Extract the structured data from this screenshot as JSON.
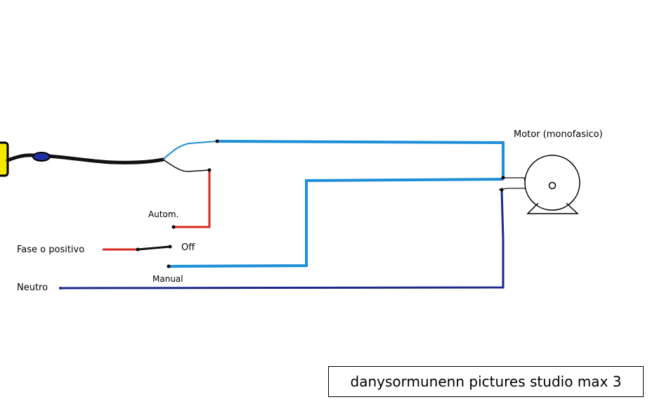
{
  "labels": {
    "motor": "Motor (monofasico)",
    "autom": "Autom.",
    "off": "Off",
    "fase": "Fase o positivo",
    "manual": "Manual",
    "neutro": "Neutro"
  },
  "credit": "danysormunenn pictures studio max 3",
  "colors": {
    "phase_wire": "#d42a1e",
    "motor_wire": "#1e8fd6",
    "neutral_wire": "#1a2a8c",
    "cable": "#111111",
    "plug": "#f2e800",
    "sensor": "#2030a0",
    "outline": "#000000"
  }
}
